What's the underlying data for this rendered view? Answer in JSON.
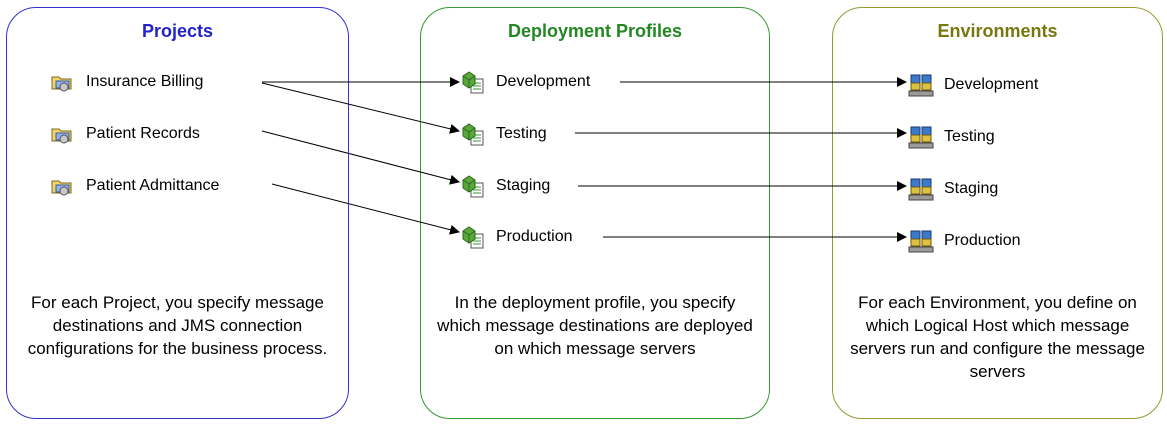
{
  "projects": {
    "title": "Projects",
    "items": [
      "Insurance Billing",
      "Patient Records",
      "Patient Admittance"
    ],
    "description": "For each Project, you specify message destinations and JMS connection configurations for the business process."
  },
  "profiles": {
    "title": "Deployment Profiles",
    "items": [
      "Development",
      "Testing",
      "Staging",
      "Production"
    ],
    "description": "In the deployment profile, you specify which message destinations are deployed on which message servers"
  },
  "environments": {
    "title": "Environments",
    "items": [
      "Development",
      "Testing",
      "Staging",
      "Production"
    ],
    "description": "For each Environment, you define on which Logical Host which message servers run and configure the message servers"
  },
  "colors": {
    "projects_border": "#3333cc",
    "profiles_border": "#339933",
    "environments_border": "#999933"
  },
  "icons": {
    "project": "project-icon",
    "profile": "deployment-profile-icon",
    "environment": "environment-icon"
  }
}
